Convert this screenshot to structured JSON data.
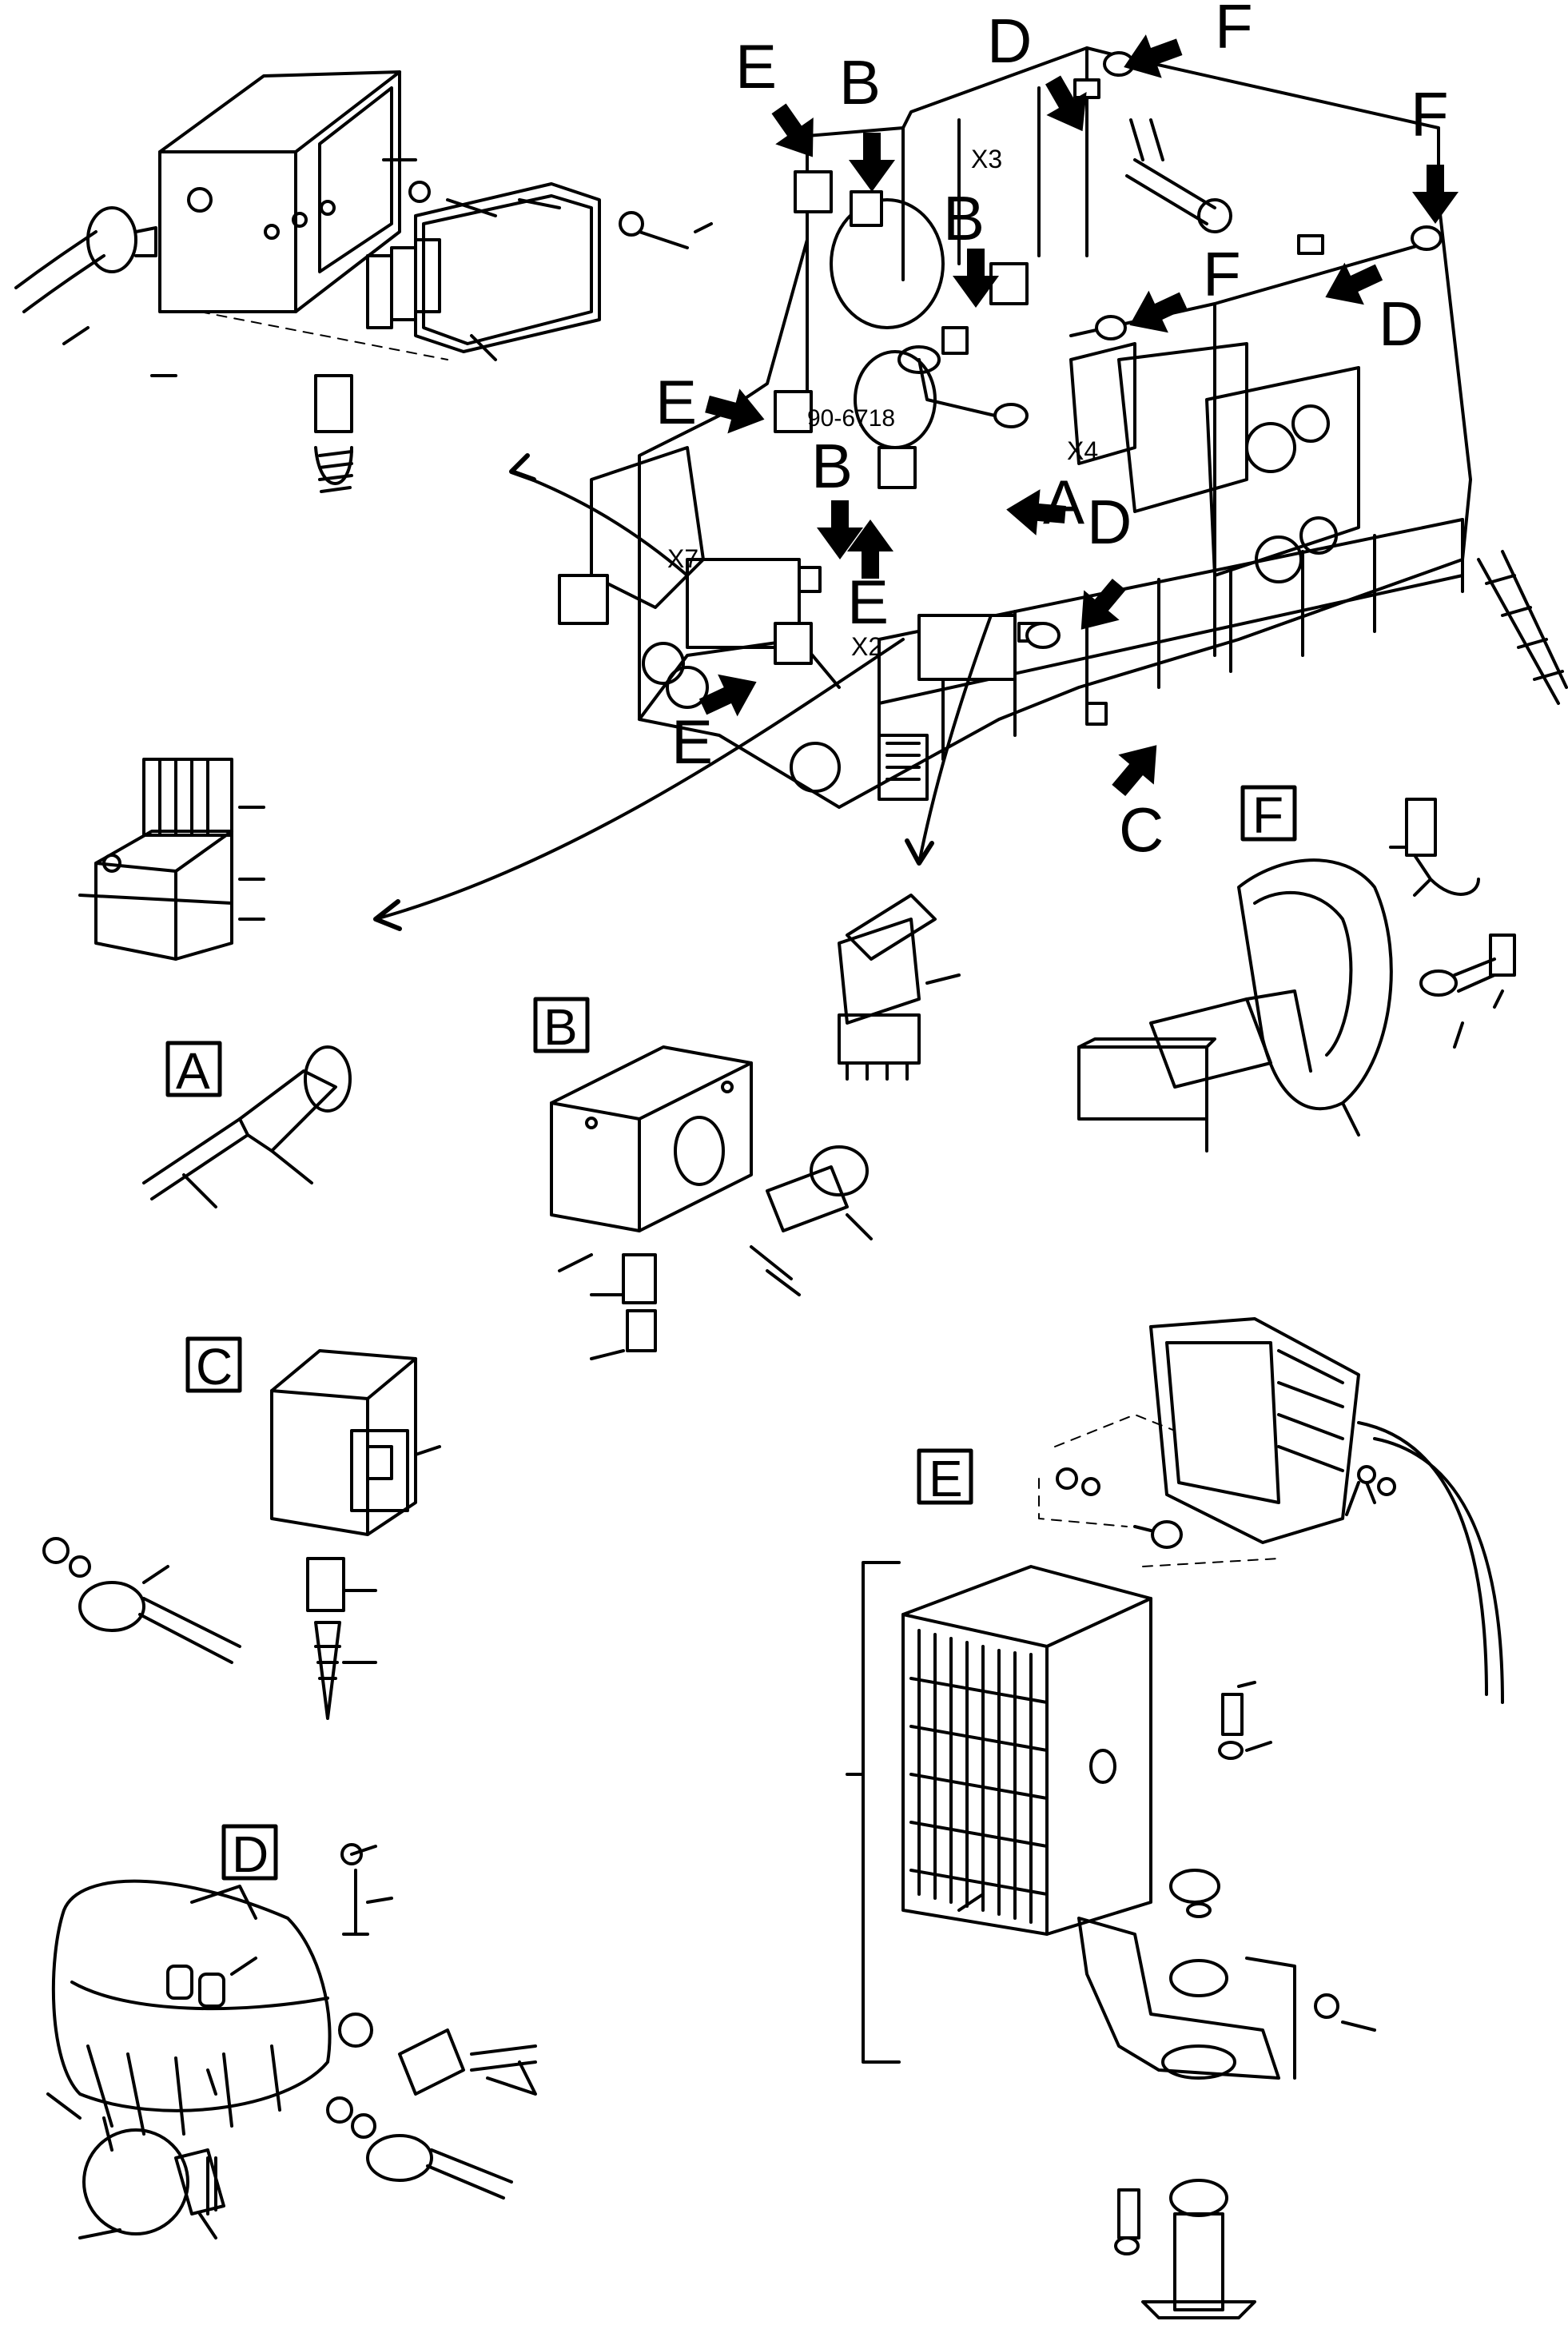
{
  "callouts": {
    "A": "A",
    "B": "B",
    "C": "C",
    "D": "D",
    "E": "E",
    "F": "F"
  },
  "connectors": {
    "x2": "X2",
    "x3": "X3",
    "x4": "X4",
    "x7": "X7"
  },
  "part_number": "90-6718",
  "detail_boxes": {
    "A": "A",
    "B": "B",
    "C": "C",
    "D": "D",
    "E": "E",
    "F": "F"
  },
  "colors": {
    "ink": "#000000",
    "paper": "#ffffff"
  },
  "icons": [
    "arrow-icon",
    "lamp-icon",
    "bulb-icon",
    "switch-icon",
    "junction-box-icon",
    "plug-icon",
    "relay-icon"
  ]
}
